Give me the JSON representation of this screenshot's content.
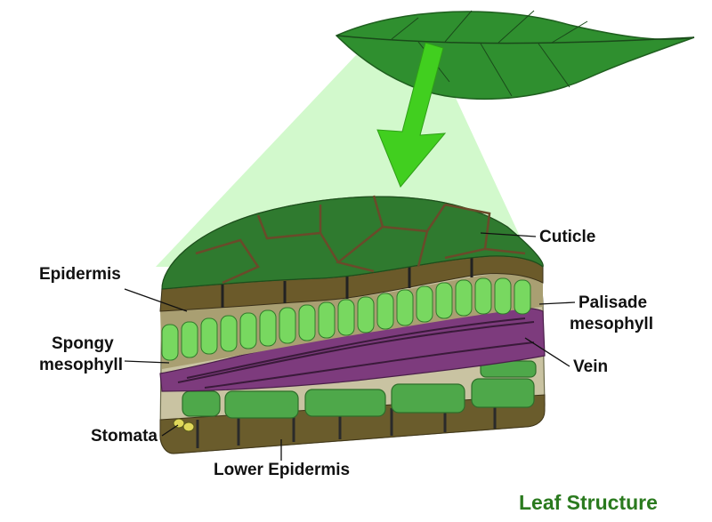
{
  "title": "Leaf Structure",
  "labels": {
    "cuticle": "Cuticle",
    "epidermis": "Epidermis",
    "palisade_1": "Palisade",
    "palisade_2": "mesophyll",
    "spongy_1": "Spongy",
    "spongy_2": "mesophyll",
    "vein": "Vein",
    "stomata": "Stomata",
    "lower_epidermis": "Lower Epidermis"
  },
  "colors": {
    "leaf": "#2e8b2e",
    "beam": "#ccf7c4",
    "arrow": "#3fcf1e",
    "cuticle": "#2f7a2f",
    "epidermis": "#6b5a2a",
    "palisade": "#74d65c",
    "vein": "#7a3a7a",
    "title": "#2a7a1e"
  }
}
